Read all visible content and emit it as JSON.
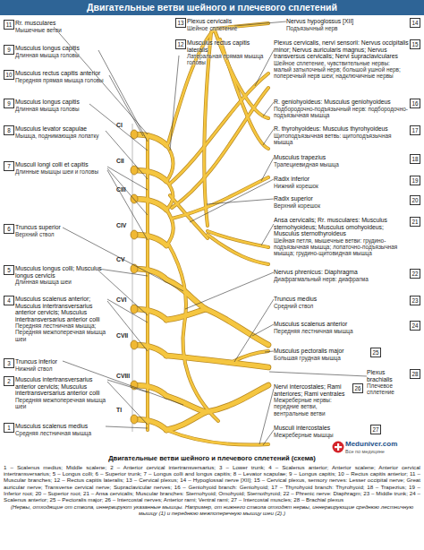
{
  "diagram": {
    "title": "Двигательные ветви шейного и плечевого сплетений",
    "caption": "Двигательные ветви шейного и плечевого сплетений (схема)",
    "nodes": [
      {
        "text": [
          "11",
          "Rr. musculares",
          "Мышечные ветви"
        ]
      },
      {
        "text": [
          "9",
          "Musculus longus capitis",
          "Длинная мышца головы"
        ]
      },
      {
        "text": [
          "10",
          "Musculus rectus capitis anterior",
          "Передняя прямая мышца головы"
        ]
      },
      {
        "text": [
          "9",
          "Musculus longus capitis",
          "Длинная мышца головы"
        ]
      },
      {
        "text": [
          "8",
          "Musculus levator scapulae",
          "Мышца, поднимающая лопатку"
        ]
      },
      {
        "text": [
          "7",
          "Musculi longi colli et capitis",
          "Длинные мышцы шеи и головы"
        ]
      },
      {
        "text": [
          "6",
          "Truncus superior",
          "Верхний ствол"
        ]
      },
      {
        "text": [
          "5",
          "Musculus longus colli; Musculus longus cervicis",
          "Длинная мышца шеи"
        ]
      },
      {
        "text": [
          "4",
          "Musculus scalenus anterior; Musculus intertransversarius anterior cervicis; Musculus intertransversarius anterior colli",
          "Передняя лестничная мышца; Передняя межпоперечная мышца шеи"
        ]
      },
      {
        "text": [
          "3",
          "Truncus inferior",
          "Нижний ствол"
        ]
      },
      {
        "text": [
          "2",
          "Musculus intertransversarius anterior cervicis; Musculus intertransversarius anterior colli",
          "Передняя межпоперечная мышца шеи"
        ]
      },
      {
        "text": [
          "1",
          "Musculus scalenus medius",
          "Средняя лестничная мышца"
        ]
      },
      {
        "text": [
          "13",
          "Plexus cervicalis",
          "Шейное сплетение"
        ]
      },
      {
        "text": [
          "14",
          "Nervus hypoglossus [XII]",
          "Подъязычный нерв"
        ]
      },
      {
        "text": [
          "12",
          "Musculus rectus capitis lateralis",
          "Латеральная прямая мышца головы"
        ]
      },
      {
        "text": [
          "15",
          "Plexus cervicalis, nervi sensorii: Nervus occipitalis minor; Nervus auricularis magnus; Nervus transversus cervicalis; Nervi supraclaviculares",
          "Шейное сплетение, чувствительные нервы: малый затылочный нерв; большой ушной нерв; поперечный нерв шеи; надключичные нервы"
        ]
      },
      {
        "text": [
          "16",
          "R. geniohyoideus: Musculus geniohyoideus",
          "Подбородочно-подъязычный нерв: подбородочно-подъязычная мышца"
        ]
      },
      {
        "text": [
          "17",
          "R. thyrohyoideus: Musculus thyrohyoideus",
          "Щитоподъязычная ветвь: щитоподъязычная мышца"
        ]
      },
      {
        "text": [
          "18",
          "Musculus trapezius",
          "Трапециевидная мышца"
        ]
      },
      {
        "text": [
          "19",
          "Radix inferior",
          "Нижний корешок"
        ]
      },
      {
        "text": [
          "20",
          "Radix superior",
          "Верхний корешок"
        ]
      },
      {
        "text": [
          "21",
          "Ansa cervicalis; Rr. musculares: Musculus sternohyoideus; Musculus omohyoideus; Musculus sternothyroideus",
          "Шейная петля, мышечные ветви: грудино-подъязычная мышца; лопаточно-подъязычная мышца; грудино-щитовидная мышца"
        ]
      },
      {
        "text": [
          "22",
          "Nervus phrenicus: Diaphragma",
          "Диафрагмальный нерв: диафрагма"
        ]
      },
      {
        "text": [
          "23",
          "Truncus medius",
          "Средний ствол"
        ]
      },
      {
        "text": [
          "24",
          "Musculus scalenus anterior",
          "Передняя лестничная мышца"
        ]
      },
      {
        "text": [
          "25",
          "Musculus pectoralis major",
          "Большая грудная мышца"
        ]
      },
      {
        "text": [
          "28",
          "Plexus brachialis",
          "Плечевое сплетение"
        ]
      },
      {
        "text": [
          "26",
          "Nervi intercostales; Rami anteriores; Rami ventrales",
          "Межреберные нервы: передние ветви, вентральные ветви"
        ]
      },
      {
        "text": [
          "27",
          "Musculi intercostales",
          "Межреберные мышцы"
        ]
      }
    ],
    "labels": [
      "CI",
      "CII",
      "CIII",
      "CIV",
      "CV",
      "CVI",
      "CVII",
      "CVIII",
      "TI",
      "Meduniver.com",
      "Все по медицине",
      "1 – Scalenus medius; Middle scalene; 2 – Anterior cervical intertransversarius; 3 – Lower trunk; 4 – Scalenus anterior; Anterior scalene; Anterior cervical intertransversarius; 5 – Longus colli; 6 – Superior trunk; 7 – Longus colli and longus capitis; 8 – Levator scapulae; 9 – Longus capitis; 10 – Rectus capitis anterior; 11 – Muscular branches; 12 – Rectus capitis lateralis; 13 – Cervical plexus; 14 – Hypoglossal nerve [XII]; 15 – Cervical plexus, sensory nerves: Lesser occipital nerve; Great auricular nerve; Transverse cervical nerve; Supraclavicular nerves; 16 – Geniohyoid branch: Geniohyoid; 17 – Thyrohyoid branch: Thyrohyoid; 18 – Trapezius; 19 – Inferior root; 20 – Superior root; 21 – Ansa cervicalis; Muscular branches: Sternohyoid; Omohyoid; Sternothyroid; 22 – Phrenic nerve: Diaphragm; 23 – Middle trunk; 24 – Scalenus anterior; 25 – Pectoralis major; 26 – Intercostal nerves; Anterior rami; Ventral rami; 27 – Intercostal muscles; 28 – Brachial plexus",
      "(Нервы, отходящие от ствола, иннервируют указанные мышцы. Например, от нижнего ствола отходят нервы, иннервирующие среднюю лестничную мышцу (1) и переднюю межпоперечную мышцу шеи (2).)"
    ]
  }
}
